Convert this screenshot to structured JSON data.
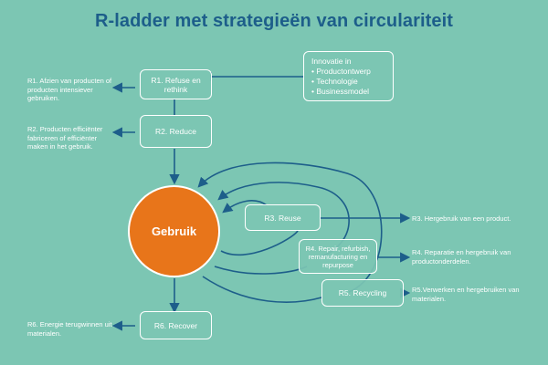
{
  "title": "R-ladder met strategieën van circulariteit",
  "center": {
    "label": "Gebruik"
  },
  "boxes": {
    "r1": "R1. Refuse en rethink",
    "r2": "R2. Reduce",
    "r3": "R3. Reuse",
    "r4": "R4. Repair, refurbish, remanufacturing en repurpose",
    "r5": "R5. Recycling",
    "r6": "R6. Recover"
  },
  "innovation": {
    "title": "Innovatie in",
    "items": [
      "Productontwerp",
      "Technologie",
      "Businessmodel"
    ]
  },
  "notes": {
    "r1": "R1. Afzien van producten of producten intensiever gebruiken.",
    "r2": "R2. Producten efficiënter fabriceren of efficiënter maken in het gebruik.",
    "r3": "R3. Hergebruik van een product.",
    "r4": "R4. Reparatie en hergebruik van productonderdelen.",
    "r5": "R5.Verwerken en hergebruiken van materialen.",
    "r6": "R6. Energie terugwinnen uit materialen."
  },
  "colors": {
    "background": "#7cc6b3",
    "line": "#1d5e8a",
    "title": "#1d5e8a",
    "center": "#e8751a",
    "box_border": "#ffffff"
  }
}
